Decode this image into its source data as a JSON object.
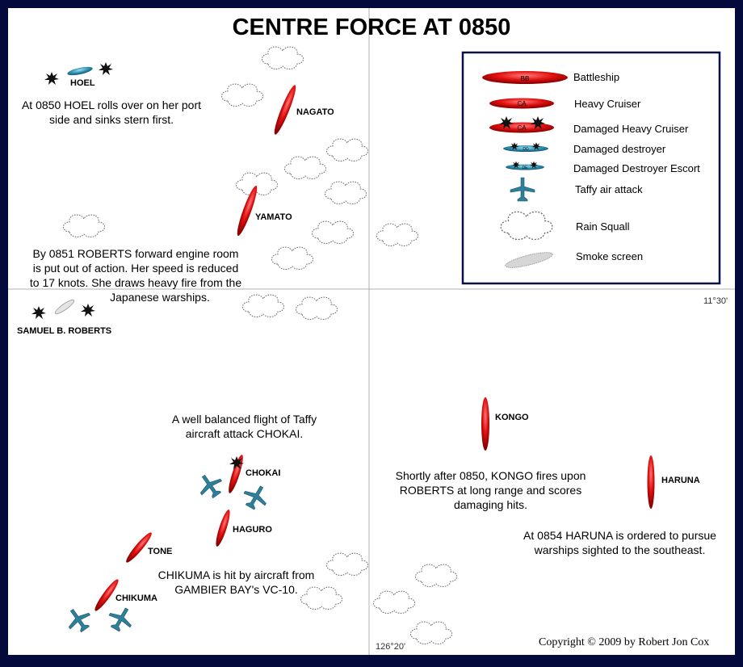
{
  "title": "CENTRE FORCE AT 0850",
  "coordinates": {
    "latitude": "11°30'",
    "longitude": "126°20'"
  },
  "ships": {
    "hoel": "HOEL",
    "nagato": "NAGATO",
    "yamato": "YAMATO",
    "samuel_b_roberts": "SAMUEL B. ROBERTS",
    "chokai": "CHOKAI",
    "haguro": "HAGURO",
    "tone": "TONE",
    "chikuma": "CHIKUMA",
    "kongo": "KONGO",
    "haruna": "HARUNA"
  },
  "notes": {
    "hoel": [
      "At 0850 HOEL rolls over on her port",
      "side and sinks stern first."
    ],
    "roberts": [
      "By 0851 ROBERTS forward engine room",
      "is put out of action.  Her speed is reduced",
      "to 17 knots.  She draws heavy fire from the",
      "Japanese warships."
    ],
    "taffy": [
      "A well balanced flight of Taffy",
      "aircraft attack CHOKAI."
    ],
    "chikuma": [
      "CHIKUMA is hit by aircraft from",
      "GAMBIER BAY's VC-10."
    ],
    "kongo": [
      "Shortly after 0850, KONGO fires upon",
      "ROBERTS at long range and scores",
      "damaging hits."
    ],
    "haruna": [
      "At 0854 HARUNA is ordered to pursue",
      "warships sighted to the southeast."
    ]
  },
  "legend": {
    "battleship": "Battleship",
    "heavy_cruiser": "Heavy Cruiser",
    "damaged_heavy_cruiser": "Damaged Heavy Cruiser",
    "damaged_destroyer": "Damaged destroyer",
    "damaged_destroyer_escort": "Damaged Destroyer Escort",
    "taffy_air_attack": "Taffy air attack",
    "rain_squall": "Rain Squall",
    "smoke_screen": "Smoke screen",
    "symbol_bb": "BB",
    "symbol_ca": "CA",
    "symbol_dd": "DD",
    "symbol_de": "DE"
  },
  "copyright": "Copyright © 2009 by Robert Jon Cox",
  "colors": {
    "frame": "#050a3c",
    "map_background": "#ffffff",
    "japanese_ship": "#e01010",
    "us_ship": "#2e8fb0",
    "aircraft": "#2e7f9a",
    "grid_line": "#b0b0b0"
  },
  "icons": [
    "explosion-icon",
    "aircraft-icon",
    "rain-squall-icon",
    "smoke-screen-icon"
  ]
}
